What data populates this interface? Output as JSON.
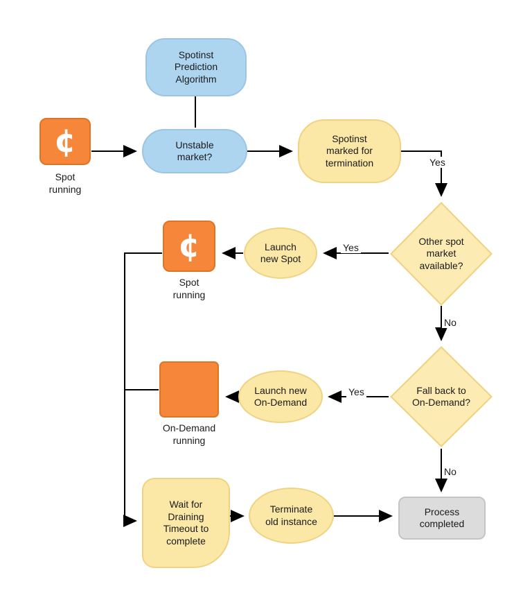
{
  "colors": {
    "blue_node": "#AED5F0",
    "yellow_node": "#FBE7A6",
    "orange_icon": "#F5863A",
    "gray_node": "#DCDCDC",
    "line": "#000000"
  },
  "nodes": {
    "prediction": "Spotinst\nPrediction\nAlgorithm",
    "spot_running_1": "Spot\nrunning",
    "unstable": "Unstable\nmarket?",
    "marked": "Spotinst\nmarked for\ntermination",
    "other_market": "Other spot\nmarket\navailable?",
    "launch_spot": "Launch\nnew Spot",
    "spot_running_2": "Spot\nrunning",
    "fallback": "Fall back to\nOn-Demand?",
    "launch_od": "Launch new\nOn-Demand",
    "od_running": "On-Demand\nrunning",
    "wait": "Wait for\nDraining\nTimeout to\ncomplete",
    "terminate": "Terminate\nold instance",
    "completed": "Process\ncompleted",
    "cent_glyph": "¢"
  },
  "edge_labels": {
    "yes_termination": "Yes",
    "yes_spot": "Yes",
    "no_spot": "No",
    "yes_od": "Yes",
    "no_od": "No"
  }
}
